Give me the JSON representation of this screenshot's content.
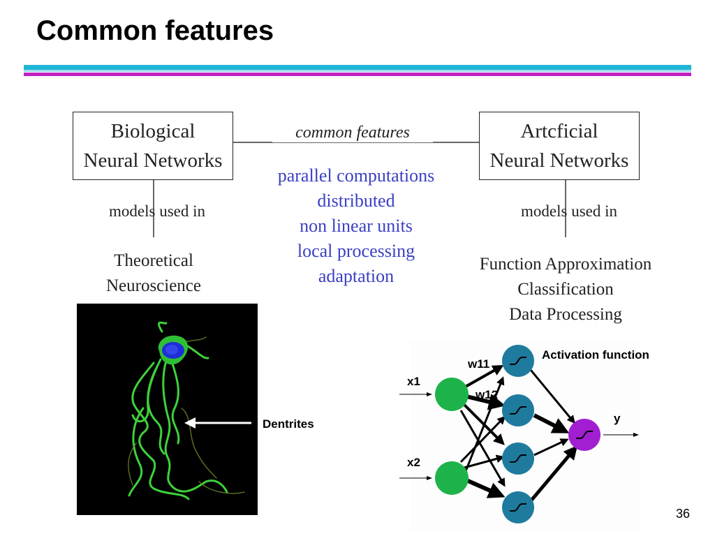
{
  "slide": {
    "title": "Common features",
    "page_number": "36"
  },
  "diagram": {
    "left_box": [
      "Biological",
      "Neural Networks"
    ],
    "right_box": [
      "Artcficial",
      "Neural Networks"
    ],
    "connector_label": "common features",
    "features": [
      "parallel computations",
      "distributed",
      "non linear units",
      "local processing",
      "adaptation"
    ],
    "left_link_label": "models used in",
    "right_link_label": "models used in",
    "left_applications": [
      "Theoretical",
      "Neuroscience"
    ],
    "right_applications": [
      "Function Approximation",
      "Classification",
      "Data Processing"
    ]
  },
  "neuron_image": {
    "label": "Dentrites"
  },
  "network": {
    "activation_label": "Activation function",
    "input_labels": [
      "x1",
      "x2"
    ],
    "weight_labels": [
      "w11",
      "w12"
    ],
    "output_label": "y"
  },
  "colors": {
    "rule_cyan": "#1fb6d6",
    "rule_magenta": "#c21fc2",
    "feature_text": "#3a3fc4",
    "input_node": "#1db34a",
    "hidden_node": "#1f7b9e",
    "output_node": "#a11fd0"
  }
}
